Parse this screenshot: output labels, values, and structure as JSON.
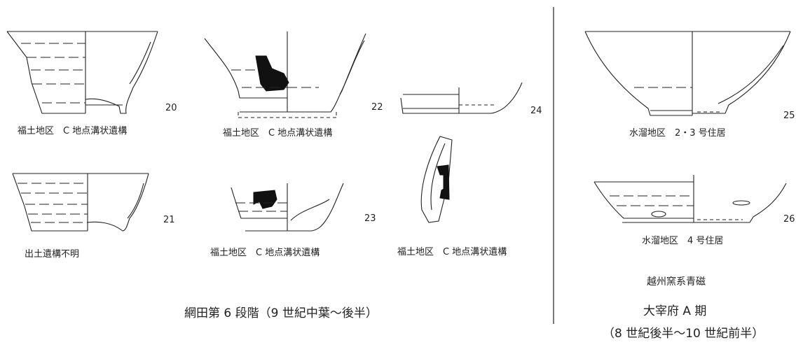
{
  "figure": {
    "left_group": {
      "items": [
        {
          "no": "20",
          "label": "福土地区　C 地点溝状遺構"
        },
        {
          "no": "21",
          "label": "出土遺構不明"
        },
        {
          "no": "22",
          "label": "福土地区　C 地点溝状遺構"
        },
        {
          "no": "23",
          "label": "福土地区　C 地点溝状遺構"
        },
        {
          "no": "24",
          "label": "福土地区　C 地点溝状遺構"
        }
      ],
      "caption": "網田第 6 段階（9 世紀中葉〜後半）"
    },
    "right_group": {
      "items": [
        {
          "no": "25",
          "label": "水溜地区　2・3 号住居"
        },
        {
          "no": "26",
          "label": "水溜地区　4 号住居"
        }
      ],
      "ware": "越州窯系青磁",
      "period": "大宰府 A 期",
      "period_range": "（8 世紀後半〜10 世紀前半）"
    }
  }
}
